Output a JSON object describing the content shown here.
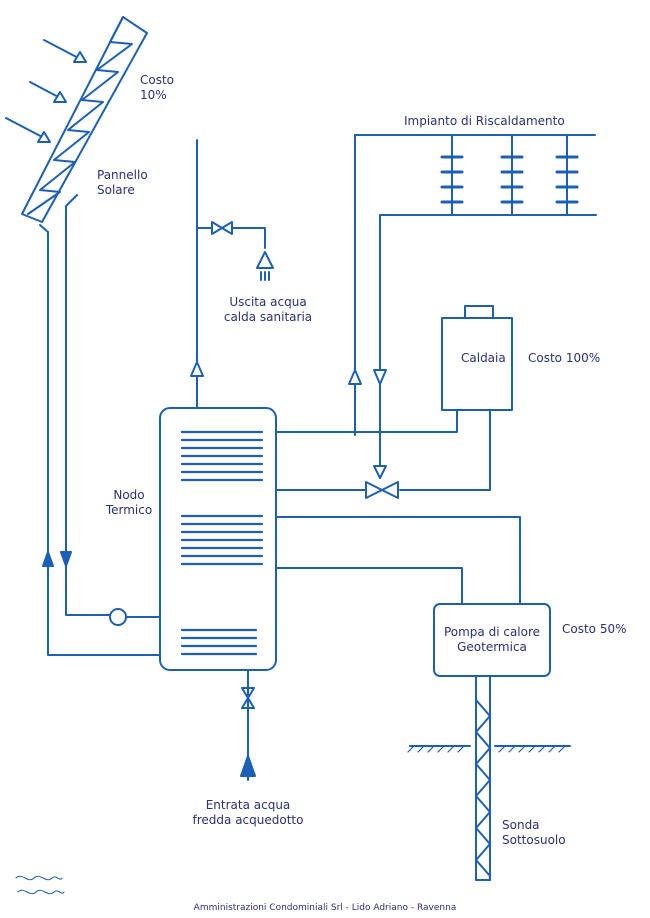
{
  "labels": {
    "cost_solar": [
      "Costo",
      "10%"
    ],
    "solar_panel": [
      "Pannello",
      "Solare"
    ],
    "heating_system": "Impianto di Riscaldamento",
    "hot_water_out": [
      "Uscita acqua",
      "calda sanitaria"
    ],
    "boiler": "Caldaia",
    "cost_boiler": "Costo 100%",
    "thermal_node": [
      "Nodo",
      "Termico"
    ],
    "heat_pump": [
      "Pompa di calore",
      "Geotermica"
    ],
    "cost_heat_pump": "Costo 50%",
    "cold_water_in": [
      "Entrata acqua",
      "fredda acquedotto"
    ],
    "ground_probe": [
      "Sonda",
      "Sottosuolo"
    ]
  },
  "footer": "Amministrazioni Condominiali Srl - Lido Adriano - Ravenna",
  "colors": {
    "ink": "#1b5fb8",
    "text": "#2a2f7a"
  }
}
